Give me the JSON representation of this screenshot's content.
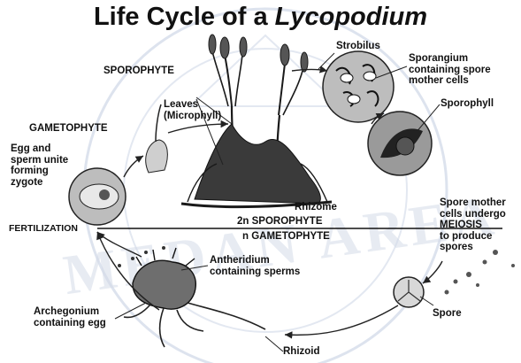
{
  "title": {
    "prefix": "Life Cycle of a ",
    "italic": "Lycopodium"
  },
  "labels": {
    "strobilus": "Strobilus",
    "sporangium": "Sporangium\ncontaining spore\nmother cells",
    "sporophyll": "Sporophyll",
    "sporophyte": "SPOROPHYTE",
    "leaves": "Leaves\n(Microphyll)",
    "gametophyte": "GAMETOPHYTE",
    "egg_sperm": "Egg and\nsperm unite\nforming\nzygote",
    "rhizome": "Rhizome",
    "fertilization": "FERTILIZATION",
    "phase_2n": "2n SPOROPHYTE",
    "phase_n": "n GAMETOPHYTE",
    "meiosis_line1": "Spore mother",
    "meiosis_line2": "cells undergo",
    "meiosis_line3": "MEIOSIS",
    "meiosis_line4": "to produce",
    "meiosis_line5": "spores",
    "antheridium": "Antheridium\ncontaining sperms",
    "archegonium": "Archegonium\ncontaining egg",
    "spore": "Spore",
    "rhizoid": "Rhizoid"
  },
  "watermark_text": "MEDAN AREA"
}
